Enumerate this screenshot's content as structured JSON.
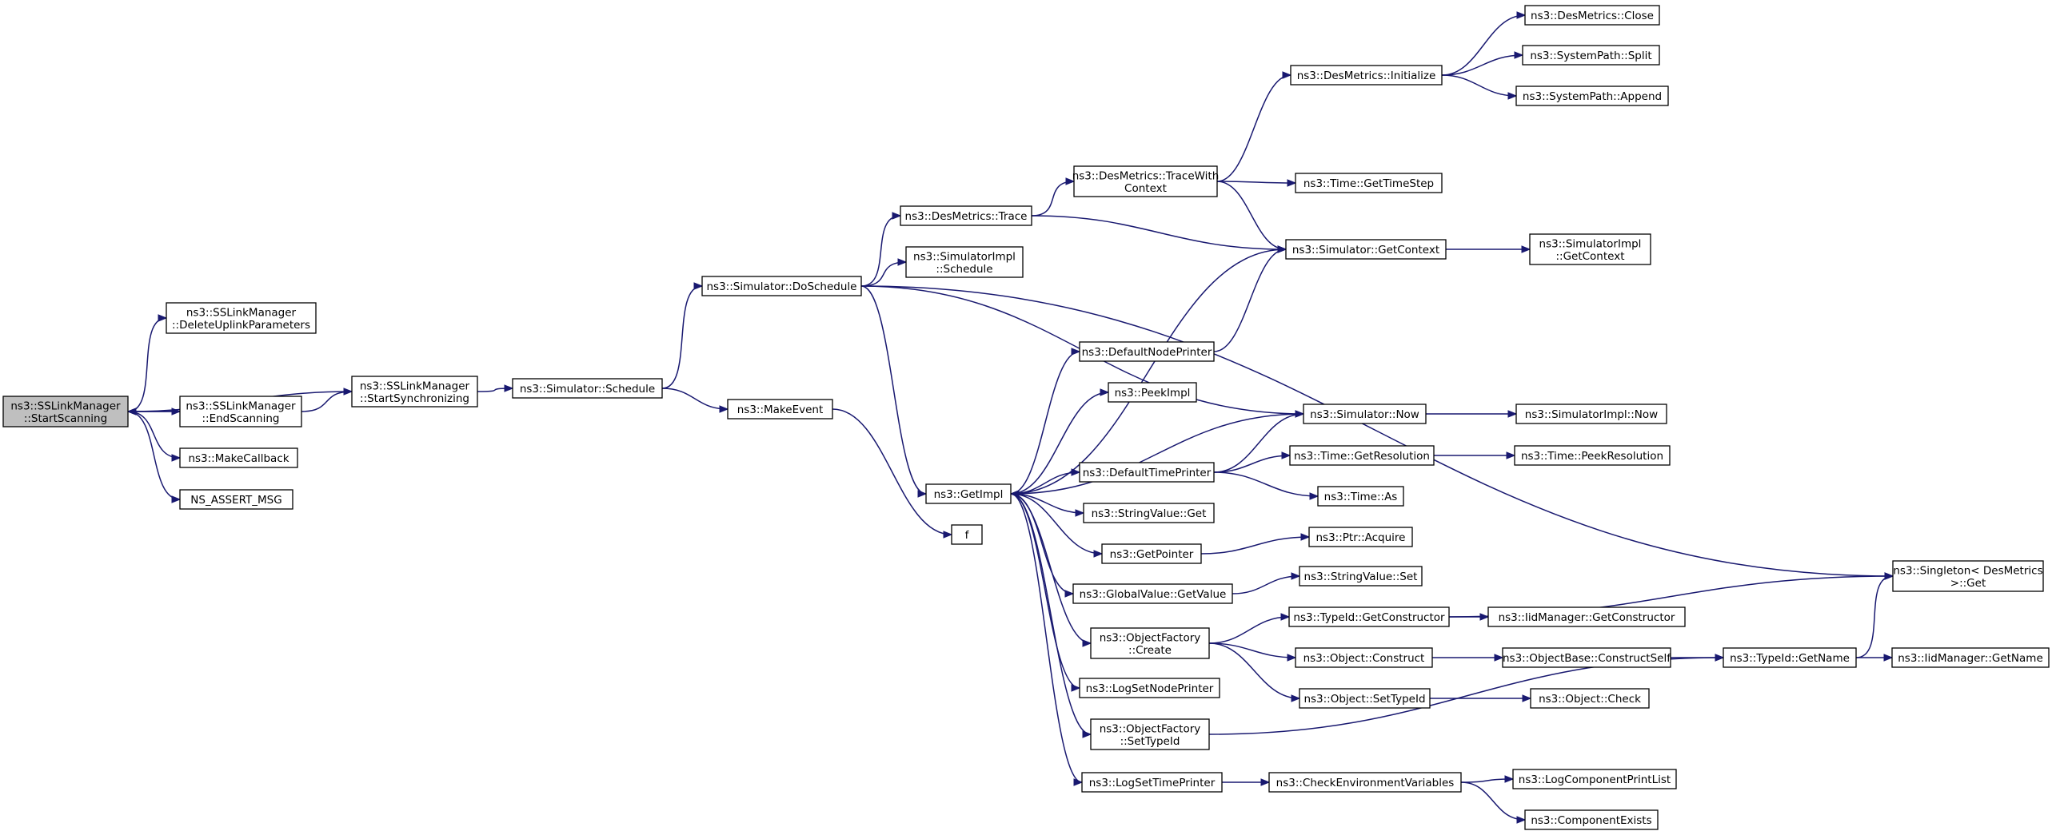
{
  "nodes": [
    {
      "id": "start",
      "lines": [
        "ns3::SSLinkManager",
        "::StartScanning"
      ],
      "fill": "#bfbfbf",
      "border": "#000000"
    },
    {
      "id": "delup",
      "lines": [
        "ns3::SSLinkManager",
        "::DeleteUplinkParameters"
      ],
      "fill": "#ffffff",
      "border": "#000000"
    },
    {
      "id": "endscan",
      "lines": [
        "ns3::SSLinkManager",
        "::EndScanning"
      ],
      "fill": "#ffffff",
      "border": "#000000"
    },
    {
      "id": "makecb",
      "lines": [
        "ns3::MakeCallback"
      ],
      "fill": "#ffffff",
      "border": "#000000"
    },
    {
      "id": "assert",
      "lines": [
        "NS_ASSERT_MSG"
      ],
      "fill": "#ffffff",
      "border": "#000000"
    },
    {
      "id": "startsync",
      "lines": [
        "ns3::SSLinkManager",
        "::StartSynchronizing"
      ],
      "fill": "#ffffff",
      "border": "#000000"
    },
    {
      "id": "simsched",
      "lines": [
        "ns3::Simulator::Schedule"
      ],
      "fill": "#ffffff",
      "border": "#000000"
    },
    {
      "id": "dosched",
      "lines": [
        "ns3::Simulator::DoSchedule"
      ],
      "fill": "#ffffff",
      "border": "#000000"
    },
    {
      "id": "makeevent",
      "lines": [
        "ns3::MakeEvent"
      ],
      "fill": "#ffffff",
      "border": "#000000"
    },
    {
      "id": "destrace",
      "lines": [
        "ns3::DesMetrics::Trace"
      ],
      "fill": "#ffffff",
      "border": "#000000"
    },
    {
      "id": "simimplsched",
      "lines": [
        "ns3::SimulatorImpl",
        "::Schedule"
      ],
      "fill": "#ffffff",
      "border": "#000000"
    },
    {
      "id": "getimpl",
      "lines": [
        "ns3::GetImpl"
      ],
      "fill": "#ffffff",
      "border": "#000000"
    },
    {
      "id": "f",
      "lines": [
        "f"
      ],
      "fill": "#ffffff",
      "border": "#000000"
    },
    {
      "id": "tracectx",
      "lines": [
        "ns3::DesMetrics::TraceWith",
        "Context"
      ],
      "fill": "#ffffff",
      "border": "#000000"
    },
    {
      "id": "desinit",
      "lines": [
        "ns3::DesMetrics::Initialize"
      ],
      "fill": "#ffffff",
      "border": "#000000"
    },
    {
      "id": "desclose",
      "lines": [
        "ns3::DesMetrics::Close"
      ],
      "fill": "#ffffff",
      "border": "#000000"
    },
    {
      "id": "split",
      "lines": [
        "ns3::SystemPath::Split"
      ],
      "fill": "#ffffff",
      "border": "#000000"
    },
    {
      "id": "append",
      "lines": [
        "ns3::SystemPath::Append"
      ],
      "fill": "#ffffff",
      "border": "#000000"
    },
    {
      "id": "timestep",
      "lines": [
        "ns3::Time::GetTimeStep"
      ],
      "fill": "#ffffff",
      "border": "#000000"
    },
    {
      "id": "getctx",
      "lines": [
        "ns3::Simulator::GetContext"
      ],
      "fill": "#ffffff",
      "border": "#000000"
    },
    {
      "id": "implgetctx",
      "lines": [
        "ns3::SimulatorImpl",
        "::GetContext"
      ],
      "fill": "#ffffff",
      "border": "#000000"
    },
    {
      "id": "defnodeprint",
      "lines": [
        "ns3::DefaultNodePrinter"
      ],
      "fill": "#ffffff",
      "border": "#000000"
    },
    {
      "id": "peekimpl",
      "lines": [
        "ns3::PeekImpl"
      ],
      "fill": "#ffffff",
      "border": "#000000"
    },
    {
      "id": "simnow",
      "lines": [
        "ns3::Simulator::Now"
      ],
      "fill": "#ffffff",
      "border": "#000000"
    },
    {
      "id": "implnow",
      "lines": [
        "ns3::SimulatorImpl::Now"
      ],
      "fill": "#ffffff",
      "border": "#000000"
    },
    {
      "id": "deftimeprint",
      "lines": [
        "ns3::DefaultTimePrinter"
      ],
      "fill": "#ffffff",
      "border": "#000000"
    },
    {
      "id": "getres",
      "lines": [
        "ns3::Time::GetResolution"
      ],
      "fill": "#ffffff",
      "border": "#000000"
    },
    {
      "id": "peekres",
      "lines": [
        "ns3::Time::PeekResolution"
      ],
      "fill": "#ffffff",
      "border": "#ff0000"
    },
    {
      "id": "timeas",
      "lines": [
        "ns3::Time::As"
      ],
      "fill": "#ffffff",
      "border": "#000000"
    },
    {
      "id": "strget",
      "lines": [
        "ns3::StringValue::Get"
      ],
      "fill": "#ffffff",
      "border": "#000000"
    },
    {
      "id": "getptr",
      "lines": [
        "ns3::GetPointer"
      ],
      "fill": "#ffffff",
      "border": "#000000"
    },
    {
      "id": "ptracq",
      "lines": [
        "ns3::Ptr::Acquire"
      ],
      "fill": "#ffffff",
      "border": "#000000"
    },
    {
      "id": "gvget",
      "lines": [
        "ns3::GlobalValue::GetValue"
      ],
      "fill": "#ffffff",
      "border": "#000000"
    },
    {
      "id": "strset",
      "lines": [
        "ns3::StringValue::Set"
      ],
      "fill": "#ffffff",
      "border": "#000000"
    },
    {
      "id": "singleton",
      "lines": [
        "ns3::Singleton< DesMetrics",
        ">::Get"
      ],
      "fill": "#ffffff",
      "border": "#000000"
    },
    {
      "id": "ofcreate",
      "lines": [
        "ns3::ObjectFactory",
        "::Create"
      ],
      "fill": "#ffffff",
      "border": "#000000"
    },
    {
      "id": "tidctor",
      "lines": [
        "ns3::TypeId::GetConstructor"
      ],
      "fill": "#ffffff",
      "border": "#000000"
    },
    {
      "id": "iidctor",
      "lines": [
        "ns3::IidManager::GetConstructor"
      ],
      "fill": "#ffffff",
      "border": "#ff0000"
    },
    {
      "id": "objconstruct",
      "lines": [
        "ns3::Object::Construct"
      ],
      "fill": "#ffffff",
      "border": "#000000"
    },
    {
      "id": "constructself",
      "lines": [
        "ns3::ObjectBase::ConstructSelf"
      ],
      "fill": "#ffffff",
      "border": "#ff0000"
    },
    {
      "id": "tidname",
      "lines": [
        "ns3::TypeId::GetName"
      ],
      "fill": "#ffffff",
      "border": "#000000"
    },
    {
      "id": "iidname",
      "lines": [
        "ns3::IidManager::GetName"
      ],
      "fill": "#ffffff",
      "border": "#ff0000"
    },
    {
      "id": "settypeid",
      "lines": [
        "ns3::Object::SetTypeId"
      ],
      "fill": "#ffffff",
      "border": "#000000"
    },
    {
      "id": "objcheck",
      "lines": [
        "ns3::Object::Check"
      ],
      "fill": "#ffffff",
      "border": "#ff0000"
    },
    {
      "id": "lognodeprint",
      "lines": [
        "ns3::LogSetNodePrinter"
      ],
      "fill": "#ffffff",
      "border": "#000000"
    },
    {
      "id": "ofsettid",
      "lines": [
        "ns3::ObjectFactory",
        "::SetTypeId"
      ],
      "fill": "#ffffff",
      "border": "#000000"
    },
    {
      "id": "logtimeprint",
      "lines": [
        "ns3::LogSetTimePrinter"
      ],
      "fill": "#ffffff",
      "border": "#000000"
    },
    {
      "id": "checkenv",
      "lines": [
        "ns3::CheckEnvironmentVariables"
      ],
      "fill": "#ffffff",
      "border": "#000000"
    },
    {
      "id": "logcompprint",
      "lines": [
        "ns3::LogComponentPrintList"
      ],
      "fill": "#ffffff",
      "border": "#ff0000"
    },
    {
      "id": "compexists",
      "lines": [
        "ns3::ComponentExists"
      ],
      "fill": "#ffffff",
      "border": "#ff0000"
    }
  ],
  "edges": [
    [
      "start",
      "delup"
    ],
    [
      "start",
      "endscan"
    ],
    [
      "start",
      "makecb"
    ],
    [
      "start",
      "assert"
    ],
    [
      "endscan",
      "start"
    ],
    [
      "endscan",
      "startsync"
    ],
    [
      "startsync",
      "start"
    ],
    [
      "startsync",
      "simsched"
    ],
    [
      "simsched",
      "dosched"
    ],
    [
      "simsched",
      "makeevent"
    ],
    [
      "makeevent",
      "f"
    ],
    [
      "dosched",
      "destrace"
    ],
    [
      "dosched",
      "simimplsched"
    ],
    [
      "dosched",
      "getimpl"
    ],
    [
      "dosched",
      "simnow"
    ],
    [
      "dosched",
      "singleton"
    ],
    [
      "destrace",
      "tracectx"
    ],
    [
      "destrace",
      "getctx"
    ],
    [
      "tracectx",
      "desinit"
    ],
    [
      "tracectx",
      "timestep"
    ],
    [
      "tracectx",
      "getctx"
    ],
    [
      "desinit",
      "desclose"
    ],
    [
      "desinit",
      "split"
    ],
    [
      "desinit",
      "append"
    ],
    [
      "getctx",
      "getimpl"
    ],
    [
      "getctx",
      "implgetctx"
    ],
    [
      "defnodeprint",
      "getctx"
    ],
    [
      "simnow",
      "getimpl"
    ],
    [
      "simnow",
      "implnow"
    ],
    [
      "getimpl",
      "defnodeprint"
    ],
    [
      "getimpl",
      "peekimpl"
    ],
    [
      "getimpl",
      "deftimeprint"
    ],
    [
      "getimpl",
      "strget"
    ],
    [
      "getimpl",
      "getptr"
    ],
    [
      "getimpl",
      "gvget"
    ],
    [
      "getimpl",
      "ofcreate"
    ],
    [
      "getimpl",
      "lognodeprint"
    ],
    [
      "getimpl",
      "ofsettid"
    ],
    [
      "getimpl",
      "logtimeprint"
    ],
    [
      "deftimeprint",
      "simnow"
    ],
    [
      "deftimeprint",
      "getres"
    ],
    [
      "deftimeprint",
      "timeas"
    ],
    [
      "getres",
      "peekres"
    ],
    [
      "getptr",
      "ptracq"
    ],
    [
      "gvget",
      "strset"
    ],
    [
      "ofcreate",
      "tidctor"
    ],
    [
      "ofcreate",
      "objconstruct"
    ],
    [
      "ofcreate",
      "settypeid"
    ],
    [
      "tidctor",
      "iidctor"
    ],
    [
      "tidctor",
      "singleton"
    ],
    [
      "objconstruct",
      "constructself"
    ],
    [
      "constructself",
      "tidname"
    ],
    [
      "tidname",
      "iidname"
    ],
    [
      "tidname",
      "singleton"
    ],
    [
      "settypeid",
      "objcheck"
    ],
    [
      "ofsettid",
      "tidname"
    ],
    [
      "logtimeprint",
      "checkenv"
    ],
    [
      "checkenv",
      "logcompprint"
    ],
    [
      "checkenv",
      "compexists"
    ]
  ]
}
